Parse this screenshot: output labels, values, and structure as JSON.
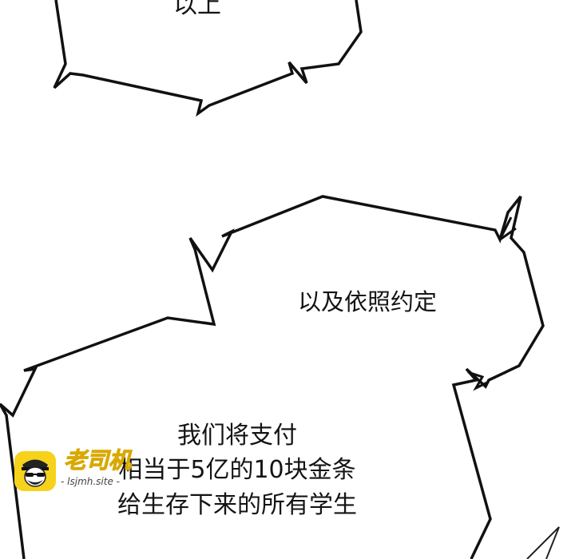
{
  "bubbles": {
    "top_text": "以上",
    "middle_text": "以及依照约定",
    "lower_lines": [
      "我们将支付",
      "相当于5亿的10块金条",
      "给生存下来的所有学生"
    ]
  },
  "watermark": {
    "logo_text": "老司机",
    "url": "- lsjmh.site -",
    "accent_color": "#f6d21c"
  },
  "colors": {
    "background": "#ffffff",
    "ink": "#111111"
  }
}
